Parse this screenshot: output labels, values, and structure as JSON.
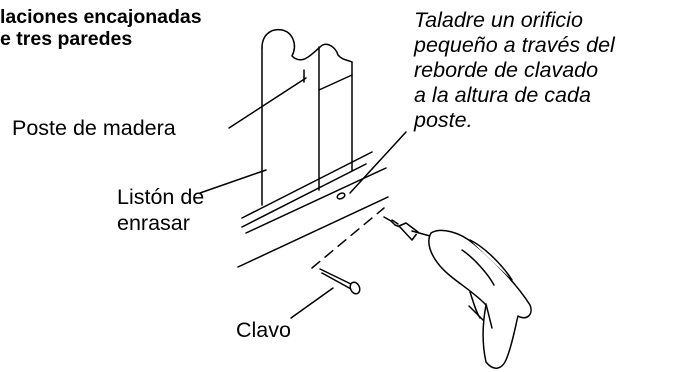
{
  "title": {
    "line1": "laciones encajonadas",
    "line2": "e tres paredes"
  },
  "instruction": {
    "lines": [
      "Taladre un orificio",
      "pequeño a través del",
      "reborde de clavado",
      "a la altura de cada",
      "poste."
    ]
  },
  "labels": {
    "post": "Poste de madera",
    "furring_line1": "Listón de",
    "furring_line2": "enrasar",
    "nail": "Clavo"
  }
}
